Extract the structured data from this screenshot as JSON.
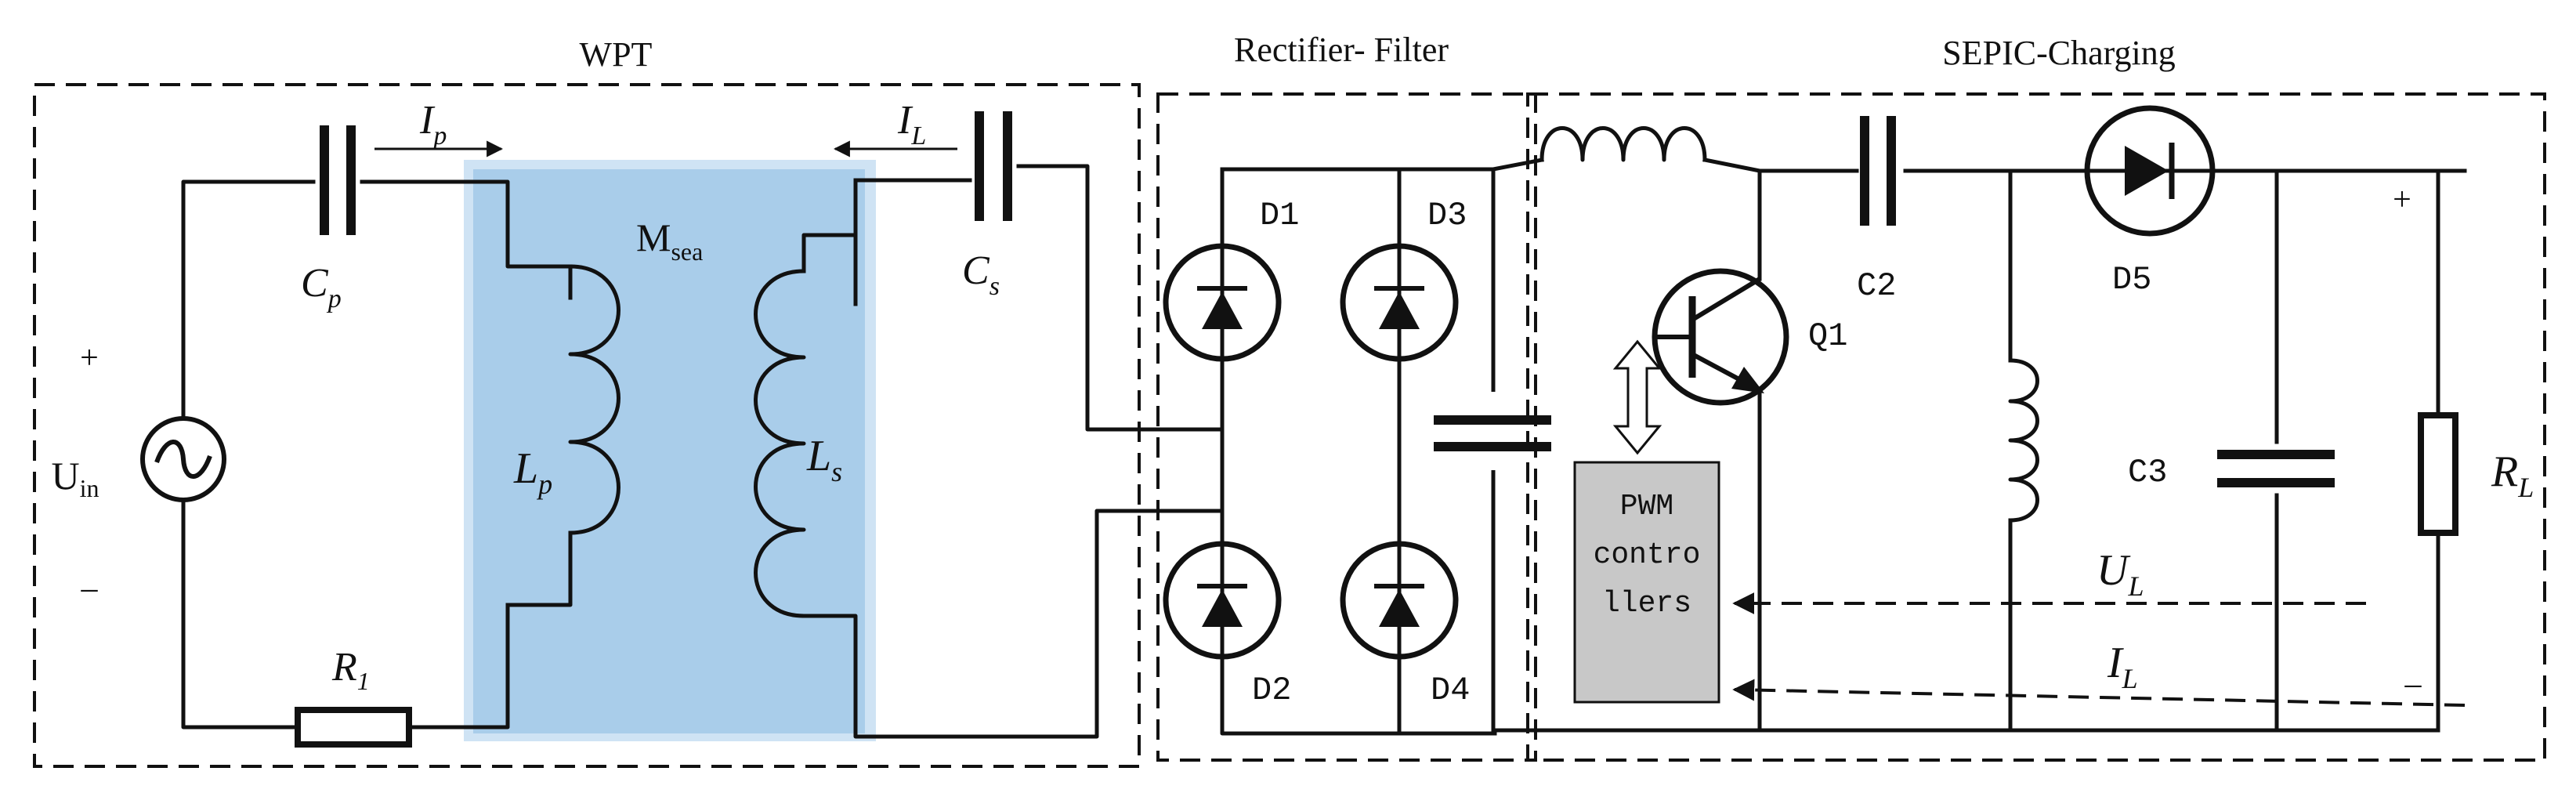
{
  "sections": {
    "wpt": "WPT",
    "rectifier": "Rectifier- Filter",
    "sepic": "SEPIC-Charging"
  },
  "source": {
    "name": "U",
    "sub": "in",
    "plus": "+",
    "minus": "–"
  },
  "wpt": {
    "cp": "C",
    "cp_sub": "p",
    "cs": "C",
    "cs_sub": "s",
    "ip": "I",
    "ip_sub": "p",
    "il": "I",
    "il_sub": "L",
    "lp": "L",
    "lp_sub": "p",
    "ls": "L",
    "ls_sub": "s",
    "r1": "R",
    "r1_sub": "1",
    "msea": "M",
    "msea_sub": "sea"
  },
  "rectifier": {
    "d1": "D1",
    "d2": "D2",
    "d3": "D3",
    "d4": "D4"
  },
  "sepic": {
    "q1": "Q1",
    "c2": "C2",
    "c3": "C3",
    "d5": "D5",
    "pwm": [
      "PWM",
      "contro",
      "llers"
    ],
    "ul": "U",
    "ul_sub": "L",
    "il": "I",
    "il_sub": "L",
    "rl": "R",
    "rl_sub": "L",
    "plus": "+",
    "minus": "–"
  },
  "colors": {
    "coupling_region": "#a9cdea",
    "coupling_region_outer": "#cfe3f4",
    "pwm_box": "#c8c8c8"
  }
}
